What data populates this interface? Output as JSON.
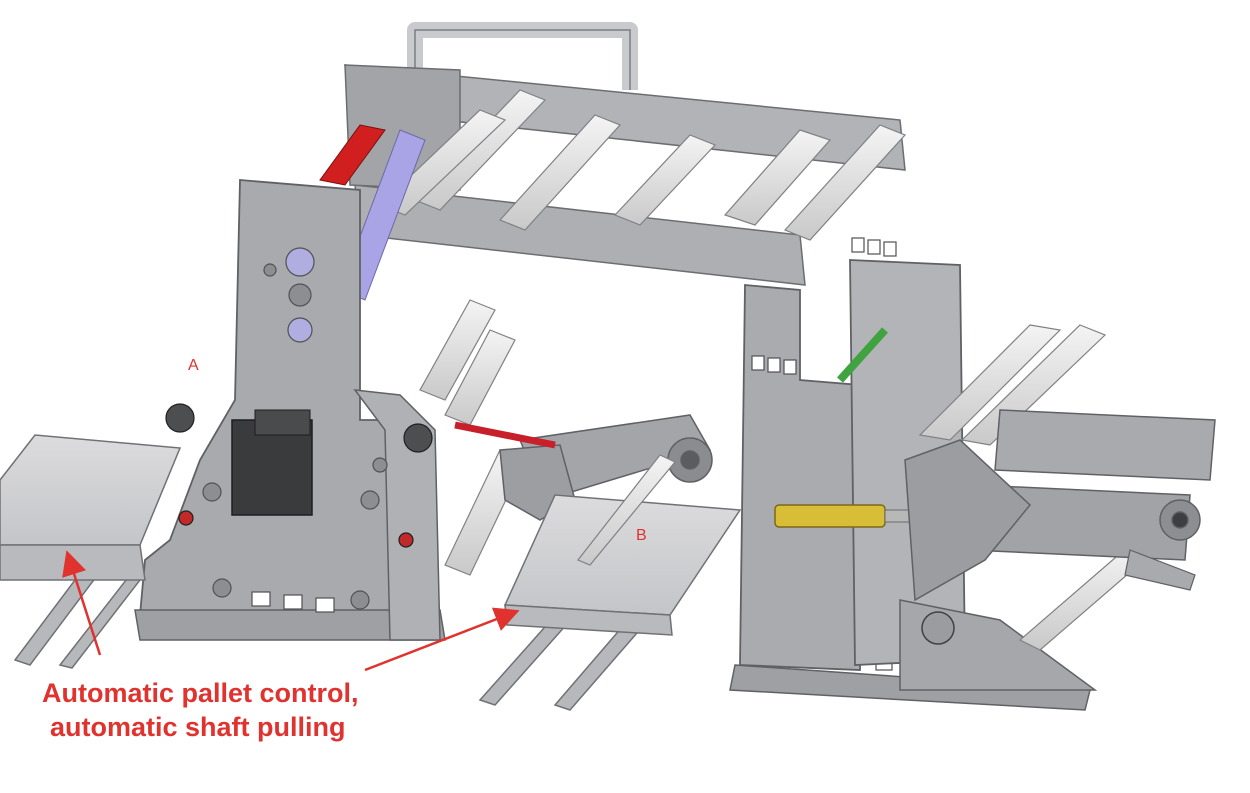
{
  "labels": {
    "a": "A",
    "b": "B"
  },
  "caption": {
    "line1": "Automatic pallet control,",
    "line2": "automatic shaft pulling"
  },
  "colors": {
    "frame": "#a9aaad",
    "frame_dark": "#85878b",
    "roller": "#dcdcdc",
    "accent_red": "#d11e1e",
    "accent_purple": "#a9a4e6",
    "accent_green": "#3fa33f",
    "accent_yellow": "#d8bd36",
    "annotation": "#e0322e"
  }
}
